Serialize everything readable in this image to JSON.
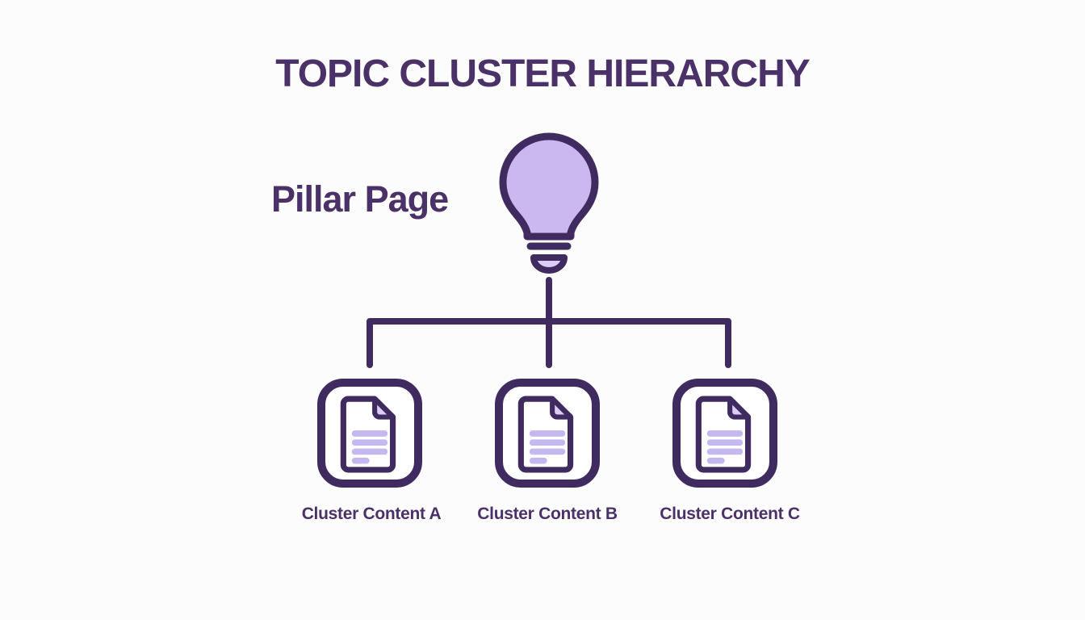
{
  "title": "TOPIC CLUSTER HIERARCHY",
  "pillar": {
    "label": "Pillar Page",
    "icon": "lightbulb-icon"
  },
  "clusters": [
    {
      "label": "Cluster Content A",
      "icon": "document-icon"
    },
    {
      "label": "Cluster Content B",
      "icon": "document-icon"
    },
    {
      "label": "Cluster Content C",
      "icon": "document-icon"
    }
  ],
  "colors": {
    "background": "#fcfcfd",
    "outline_dark": "#3f2b5f",
    "text_dark": "#4a3168",
    "lavender_fill": "#cbb8f0",
    "lavender_light": "#dccdf7",
    "doc_line": "#c5b7ef",
    "box_fill": "#ffffff"
  }
}
